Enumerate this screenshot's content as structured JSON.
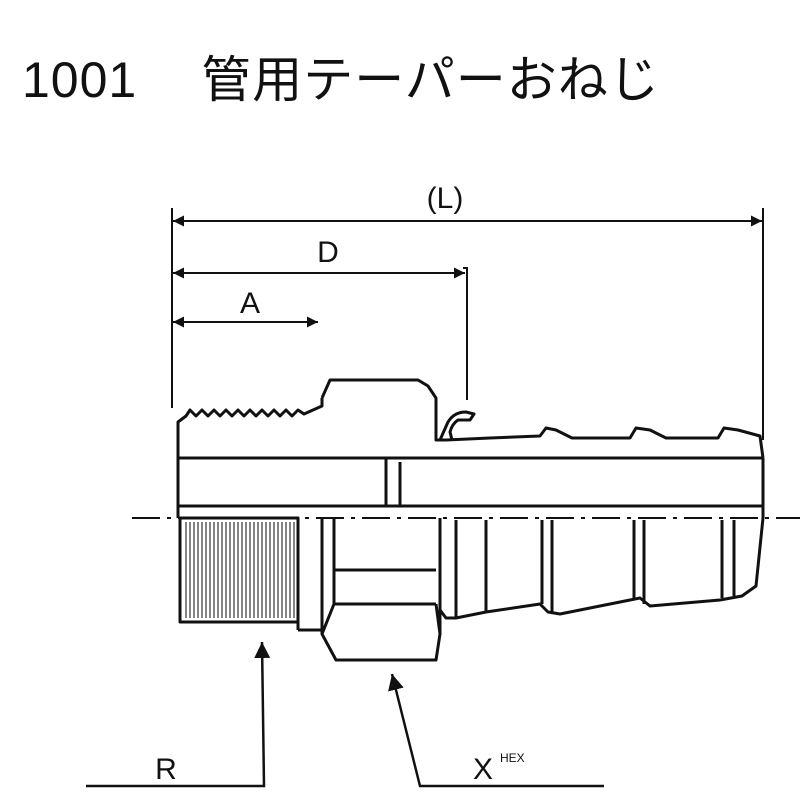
{
  "title": {
    "part_number": "1001",
    "description": "管用テーパーおねじ"
  },
  "dimensions": {
    "overall_length": "(L)",
    "d": "D",
    "a": "A",
    "thread": "R",
    "hex_main": "X",
    "hex_sup": "HEX"
  }
}
